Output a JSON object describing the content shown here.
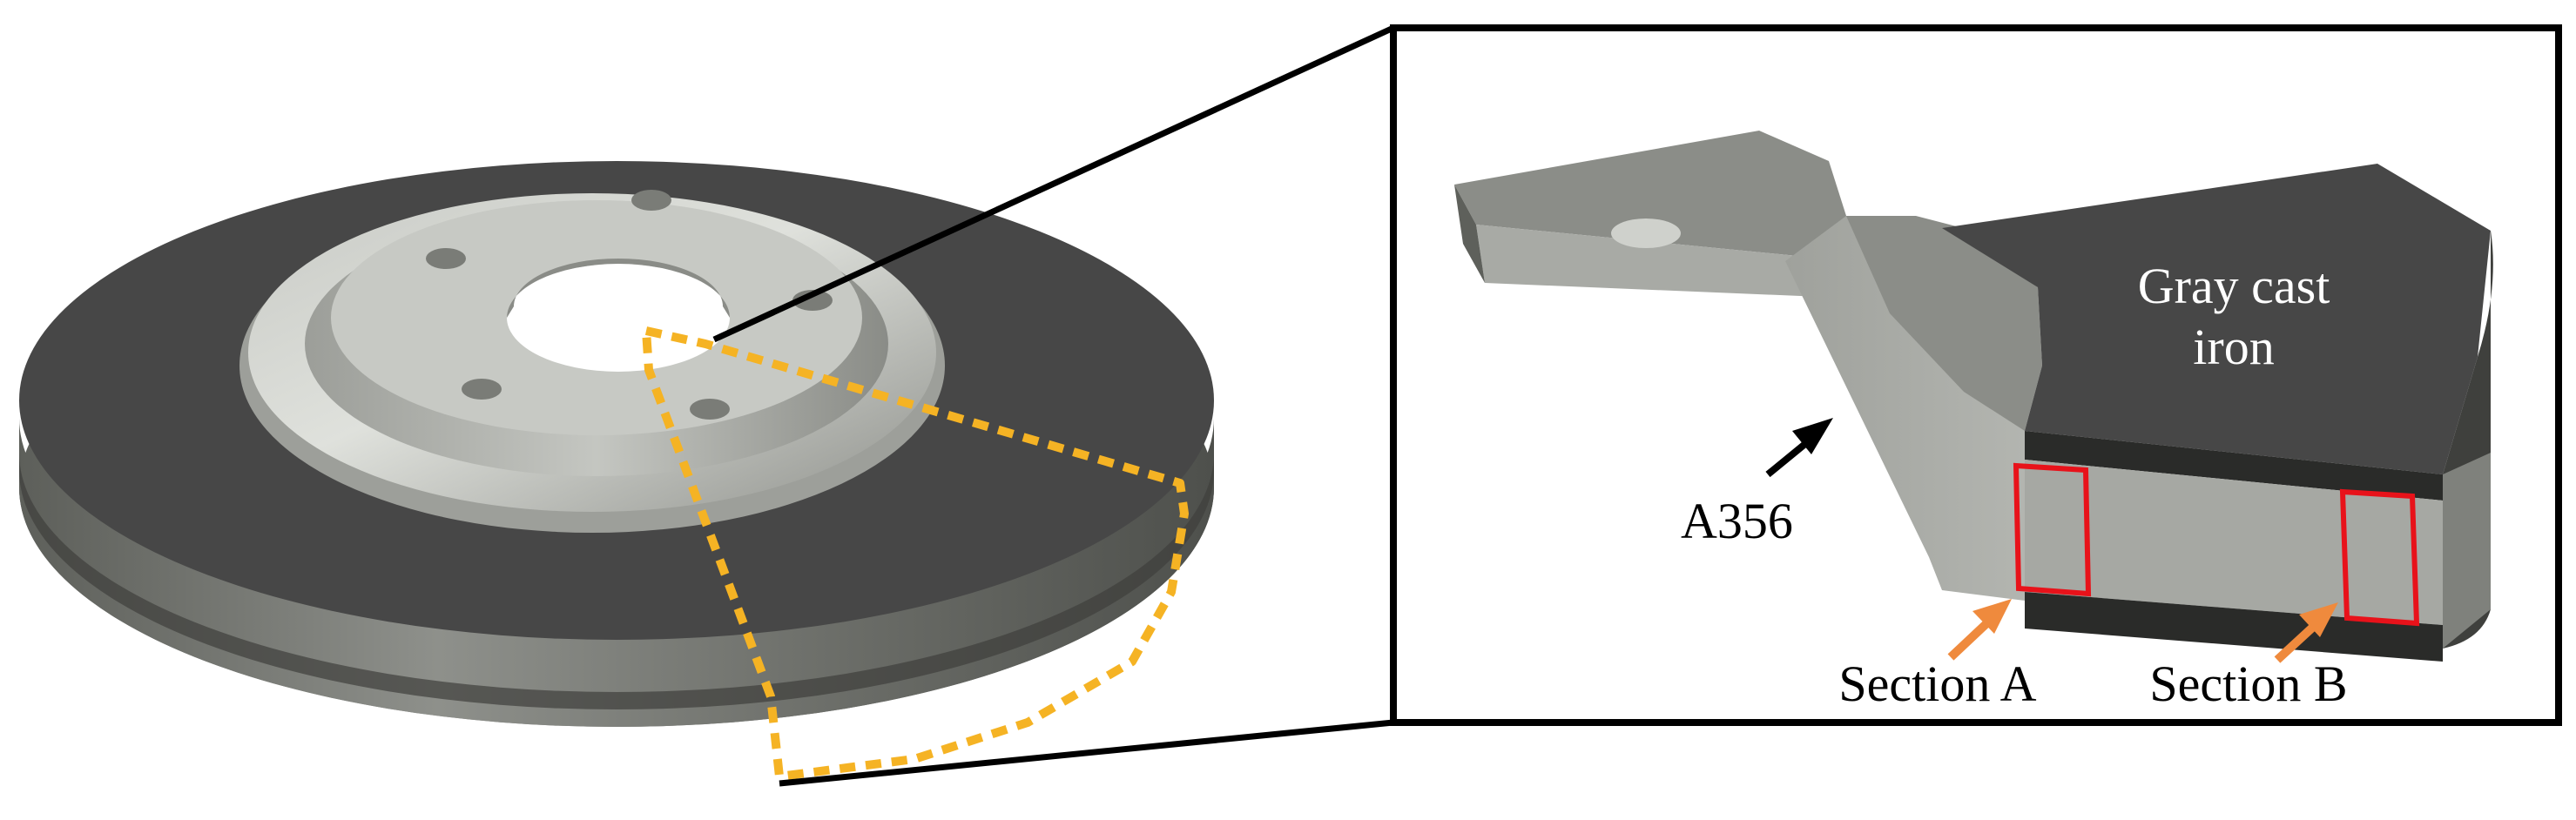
{
  "labels": {
    "material_top": [
      "Gray cast",
      "iron"
    ],
    "material_hat": "A356",
    "section_a": "Section A",
    "section_b": "Section B"
  },
  "colors": {
    "friction_ring": "#474747",
    "hat": "#a9aba6",
    "highlight": "#f5b324",
    "section_box": "#e8121a",
    "pointer_arrow": "#ef8a3d",
    "outline": "#000000"
  }
}
